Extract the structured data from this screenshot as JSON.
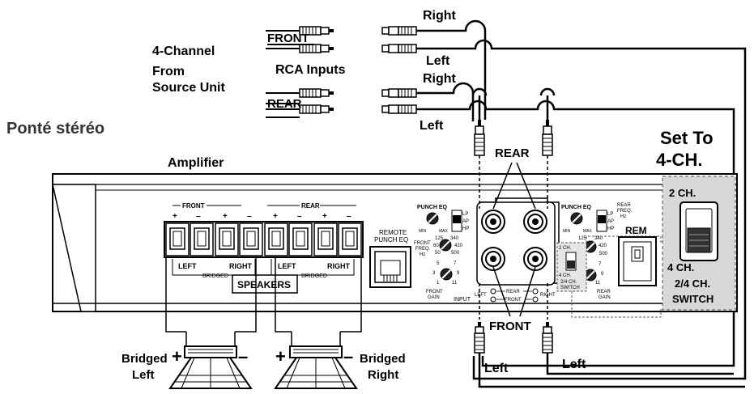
{
  "labels": {
    "source_line1": "4-Channel",
    "source_line2": "From",
    "source_line3": "Source Unit",
    "rca_inputs": "RCA Inputs",
    "front": "FRONT",
    "rear": "REAR",
    "right_top": "Right",
    "left_top": "Left",
    "right_rear": "Right",
    "left_rear": "Left",
    "ponte": "Ponté stéréo",
    "amplifier": "Amplifier",
    "set_to_1": "Set To",
    "set_to_2": "4-CH.",
    "rear_callout": "REAR",
    "front_callout": "FRONT",
    "left_bottom_1": "Left",
    "left_bottom_2": "Left",
    "bridged_left_1": "Bridged",
    "bridged_left_2": "Left",
    "bridged_right_1": "Bridged",
    "bridged_right_2": "Right",
    "plus": "+",
    "minus": "–"
  },
  "amp": {
    "front": "FRONT",
    "rear": "REAR",
    "terminal_signs": [
      "+",
      "–",
      "+",
      "–",
      "+",
      "–",
      "+",
      "–"
    ],
    "left": "LEFT",
    "right": "RIGHT",
    "bridged": "BRIDGED",
    "speakers": "SPEAKERS",
    "remote_1": "REMOTE",
    "remote_2": "PUNCH EQ",
    "punch_eq": "PUNCH EQ",
    "min": "MIN",
    "max": "MAX",
    "lp": "LP",
    "ap": "AP",
    "hp": "HP",
    "freq_1": "FRONT",
    "freq_2": "FREQ.",
    "freq_3": "Hz",
    "freq_vals": [
      "125",
      "340",
      "60",
      "420",
      "50",
      "500"
    ],
    "gain_vals": [
      "5",
      "7",
      "3",
      "9",
      "1",
      "11"
    ],
    "front_gain_1": "FRONT",
    "front_gain_2": "GAIN",
    "input": "INPUT",
    "in_left": "LEFT",
    "in_right": "RIGHT",
    "in_rear": "REAR",
    "in_front": "FRONT",
    "ch2": "2 CH.",
    "ch4": "4 CH.",
    "ch24_1": "2/4 CH.",
    "ch24_2": "SWITCH",
    "rear_freq_1": "REAR",
    "rear_freq_2": "FREQ.",
    "rear_freq_3": "Hz",
    "rear_gain_1": "REAR",
    "rear_gain_2": "GAIN",
    "rem": "REM"
  },
  "switch_box": {
    "ch2": "2 CH.",
    "ch4": "4 CH.",
    "label_1": "2/4 CH.",
    "label_2": "SWITCH"
  }
}
